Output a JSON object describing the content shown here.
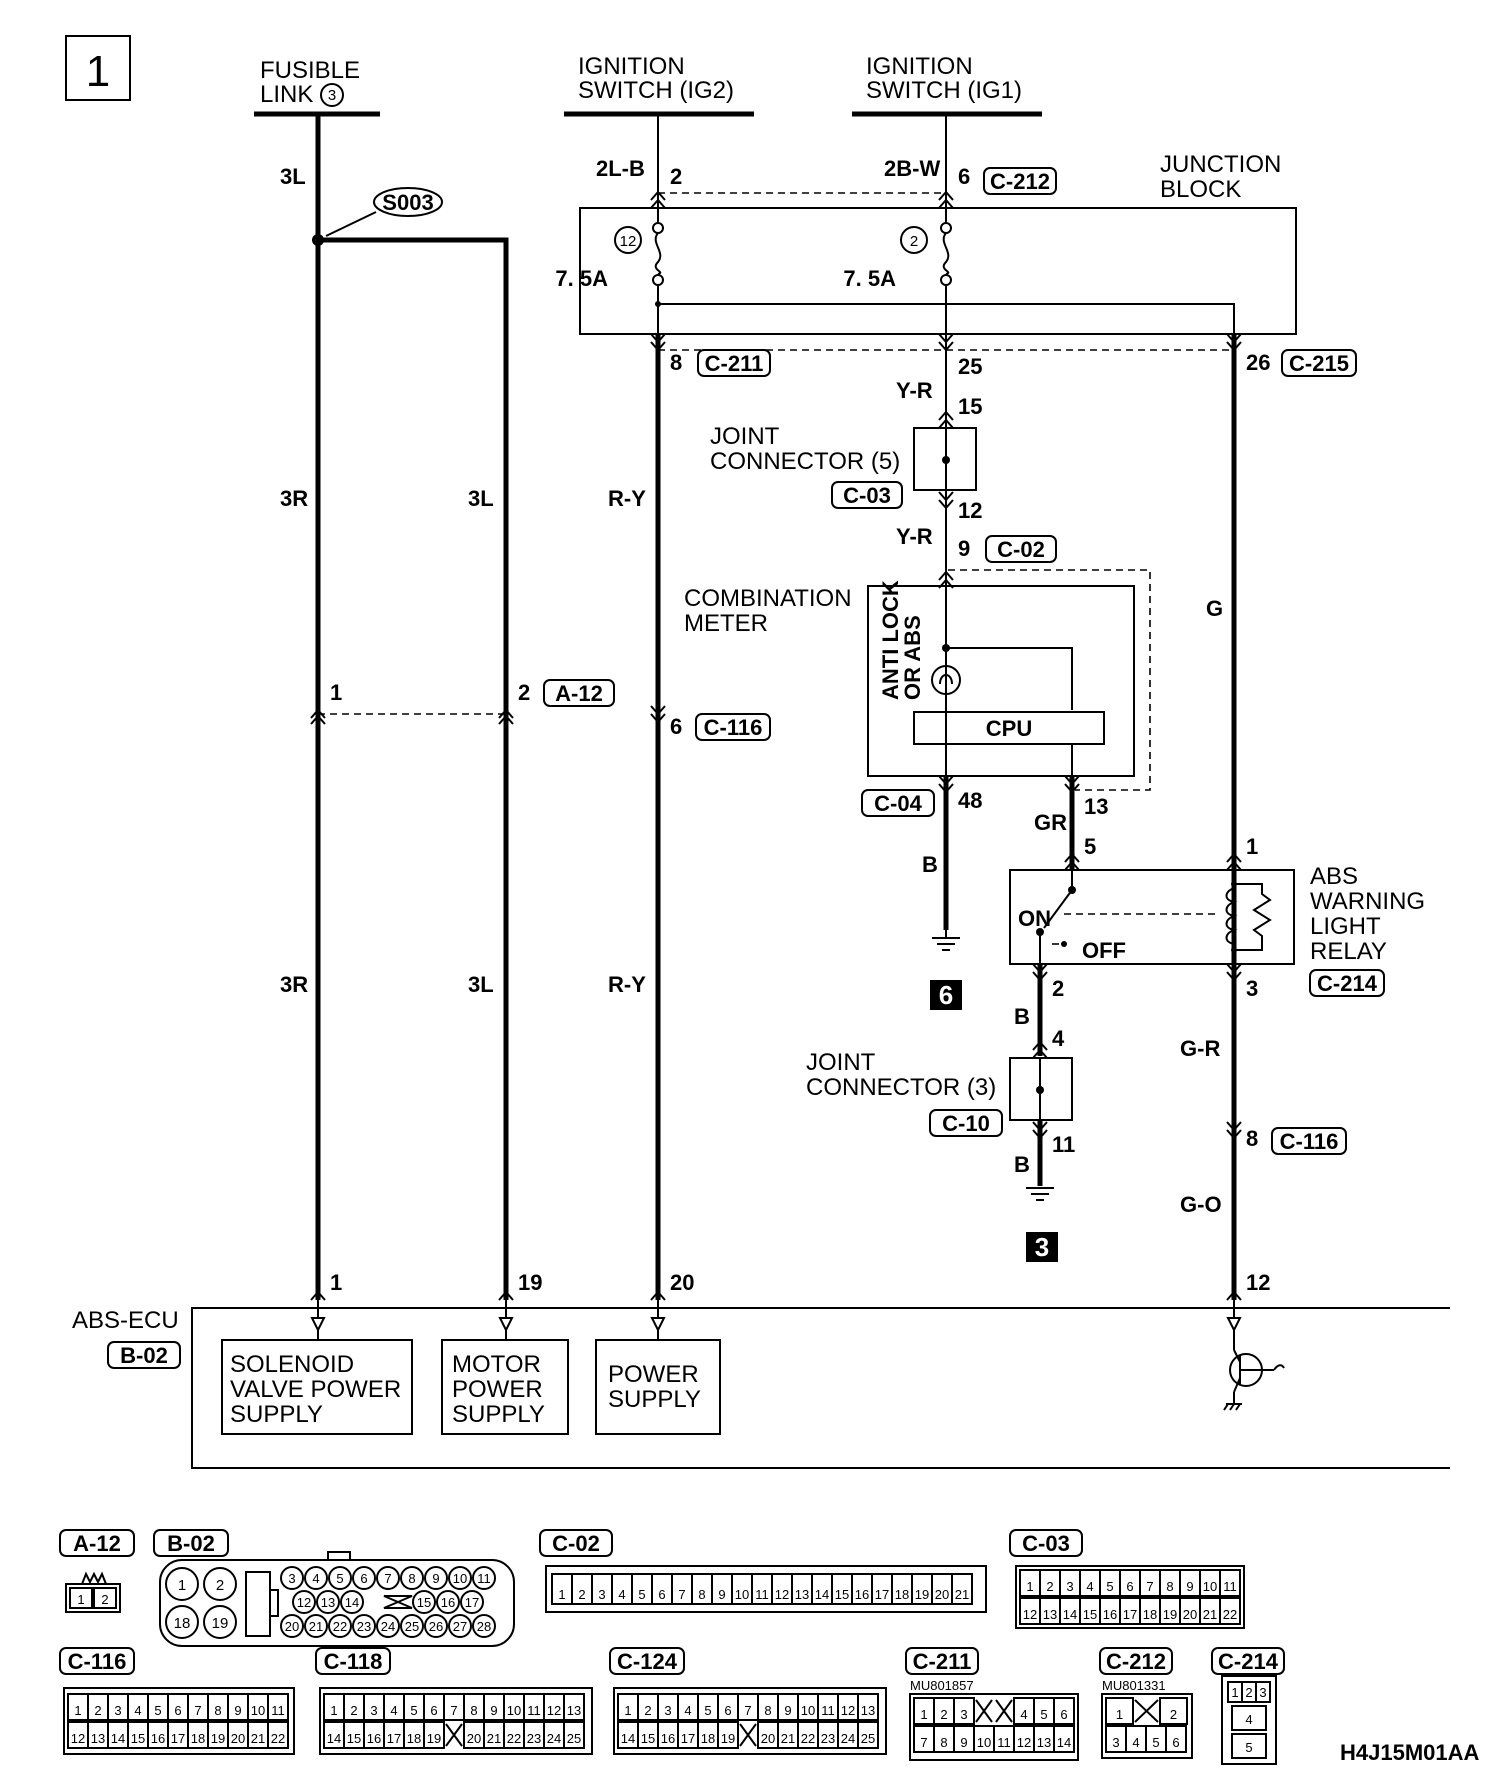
{
  "page_number": "1",
  "sources": {
    "fusible_link": [
      "FUSIBLE",
      "LINK"
    ],
    "fusible_link_no": "3",
    "ig2": [
      "IGNITION",
      "SWITCH (IG2)"
    ],
    "ig1": [
      "IGNITION",
      "SWITCH (IG1)"
    ]
  },
  "junction_block": {
    "label": [
      "JUNCTION",
      "BLOCK"
    ],
    "fuse_a_no": "12",
    "fuse_b_no": "2",
    "fuse_a_rating": "7. 5A",
    "fuse_b_rating": "7. 5A"
  },
  "splice": "S003",
  "wires": {
    "w3L_top": "3L",
    "w3R_a": "3R",
    "w3R_b": "3R",
    "w3L_a": "3L",
    "w3L_b": "3L",
    "w2LB": "2L-B",
    "w2BW": "2B-W",
    "wRY_a": "R-Y",
    "wRY_b": "R-Y",
    "wYR_a": "Y-R",
    "wYR_b": "Y-R",
    "wG": "G",
    "wB_a": "B",
    "wGR": "GR",
    "wB_b": "B",
    "wGR_red": "G-R",
    "wB_c": "B",
    "wGO": "G-O"
  },
  "pins": {
    "p2_ig2": "2",
    "p6_ig1": "6",
    "p8": "8",
    "p25": "25",
    "p26": "26",
    "p15": "15",
    "p12_jc": "12",
    "p9": "9",
    "p1_a12": "1",
    "p2_a12": "2",
    "p6_c116": "6",
    "p48": "48",
    "p13": "13",
    "p5": "5",
    "p1_relay": "1",
    "p2_relay": "2",
    "p3_relay": "3",
    "p4_jc3": "4",
    "p11_jc3": "11",
    "p8_c116": "8",
    "p1_ecu": "1",
    "p19_ecu": "19",
    "p20_ecu": "20",
    "p12_ecu": "12"
  },
  "connectors": {
    "c212": "C-212",
    "c211": "C-211",
    "c215": "C-215",
    "c03": "C-03",
    "c02": "C-02",
    "a12": "A-12",
    "c116a": "C-116",
    "c04": "C-04",
    "c214": "C-214",
    "c10": "C-10",
    "c116b": "C-116",
    "b02": "B-02"
  },
  "components": {
    "joint_connector_5": [
      "JOINT",
      "CONNECTOR (5)"
    ],
    "combination_meter": [
      "COMBINATION",
      "METER"
    ],
    "anti_lock_lamp": [
      "ANTI LOCK",
      "OR ABS"
    ],
    "cpu": "CPU",
    "relay": [
      "ABS",
      "WARNING",
      "LIGHT",
      "RELAY"
    ],
    "relay_on": "ON",
    "relay_off": "OFF",
    "joint_connector_3": [
      "JOINT",
      "CONNECTOR (3)"
    ],
    "ground_6": "6",
    "ground_3": "3",
    "abs_ecu": "ABS-ECU",
    "solenoid_supply": [
      "SOLENOID",
      "VALVE POWER",
      "SUPPLY"
    ],
    "motor_supply": [
      "MOTOR",
      "POWER",
      "SUPPLY"
    ],
    "power_supply": [
      "POWER",
      "SUPPLY"
    ]
  },
  "connector_views": {
    "a12": {
      "label": "A-12",
      "pins": [
        "1",
        "2"
      ]
    },
    "b02": {
      "label": "B-02",
      "big": [
        "1",
        "2",
        "18",
        "19"
      ],
      "row1": [
        "3",
        "4",
        "5",
        "6",
        "7",
        "8",
        "9",
        "10",
        "11"
      ],
      "row2": [
        "12",
        "13",
        "14",
        "15",
        "16",
        "17"
      ],
      "row3": [
        "20",
        "21",
        "22",
        "23",
        "24",
        "25",
        "26",
        "27",
        "28"
      ]
    },
    "c02": {
      "label": "C-02",
      "pins": [
        "1",
        "2",
        "3",
        "4",
        "5",
        "6",
        "7",
        "8",
        "9",
        "10",
        "11",
        "12",
        "13",
        "14",
        "15",
        "16",
        "17",
        "18",
        "19",
        "20",
        "21"
      ]
    },
    "c03": {
      "label": "C-03",
      "row1": [
        "1",
        "2",
        "3",
        "4",
        "5",
        "6",
        "7",
        "8",
        "9",
        "10",
        "11"
      ],
      "row2": [
        "12",
        "13",
        "14",
        "15",
        "16",
        "17",
        "18",
        "19",
        "20",
        "21",
        "22"
      ]
    },
    "c116": {
      "label": "C-116",
      "row1": [
        "1",
        "2",
        "3",
        "4",
        "5",
        "6",
        "7",
        "8",
        "9",
        "10",
        "11"
      ],
      "row2": [
        "12",
        "13",
        "14",
        "15",
        "16",
        "17",
        "18",
        "19",
        "20",
        "21",
        "22"
      ]
    },
    "c118": {
      "label": "C-118",
      "row1": [
        "1",
        "2",
        "3",
        "4",
        "5",
        "6",
        "7",
        "8",
        "9",
        "10",
        "11",
        "12",
        "13"
      ],
      "row2": [
        "14",
        "15",
        "16",
        "17",
        "18",
        "19",
        "",
        "20",
        "21",
        "22",
        "23",
        "24",
        "25"
      ]
    },
    "c124": {
      "label": "C-124",
      "row1": [
        "1",
        "2",
        "3",
        "4",
        "5",
        "6",
        "7",
        "8",
        "9",
        "10",
        "11",
        "12",
        "13"
      ],
      "row2": [
        "14",
        "15",
        "16",
        "17",
        "18",
        "19",
        "",
        "20",
        "21",
        "22",
        "23",
        "24",
        "25"
      ]
    },
    "c211": {
      "label": "C-211",
      "part": "MU801857",
      "row1": [
        "1",
        "2",
        "3",
        "",
        "",
        "4",
        "5",
        "6"
      ],
      "row2": [
        "7",
        "8",
        "9",
        "10",
        "11",
        "12",
        "13",
        "14"
      ]
    },
    "c212": {
      "label": "C-212",
      "part": "MU801331",
      "row1": [
        "1",
        "",
        "2"
      ],
      "row2": [
        "3",
        "4",
        "5",
        "6"
      ]
    },
    "c214": {
      "label": "C-214",
      "row1": [
        "1",
        "2",
        "3"
      ],
      "mid": "4",
      "bot": "5"
    }
  },
  "figure_code": "H4J15M01AA"
}
